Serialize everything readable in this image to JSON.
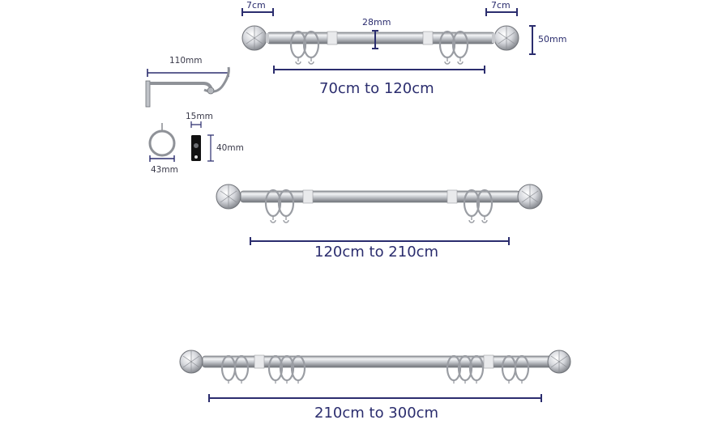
{
  "colors": {
    "dimension": "#2b2d6e",
    "chrome": "#b9bcc2",
    "text": "#2b2d6e"
  },
  "rod1": {
    "finial_width": "7cm",
    "finial_width_right": "7cm",
    "diameter": "28mm",
    "height": "50mm",
    "length": "70cm to 120cm"
  },
  "bracket": {
    "projection": "110mm"
  },
  "ring": {
    "diameter": "43mm"
  },
  "glider": {
    "width": "15mm",
    "height": "40mm"
  },
  "rod2": {
    "length": "120cm to 210cm"
  },
  "rod3": {
    "length": "210cm to 300cm"
  }
}
